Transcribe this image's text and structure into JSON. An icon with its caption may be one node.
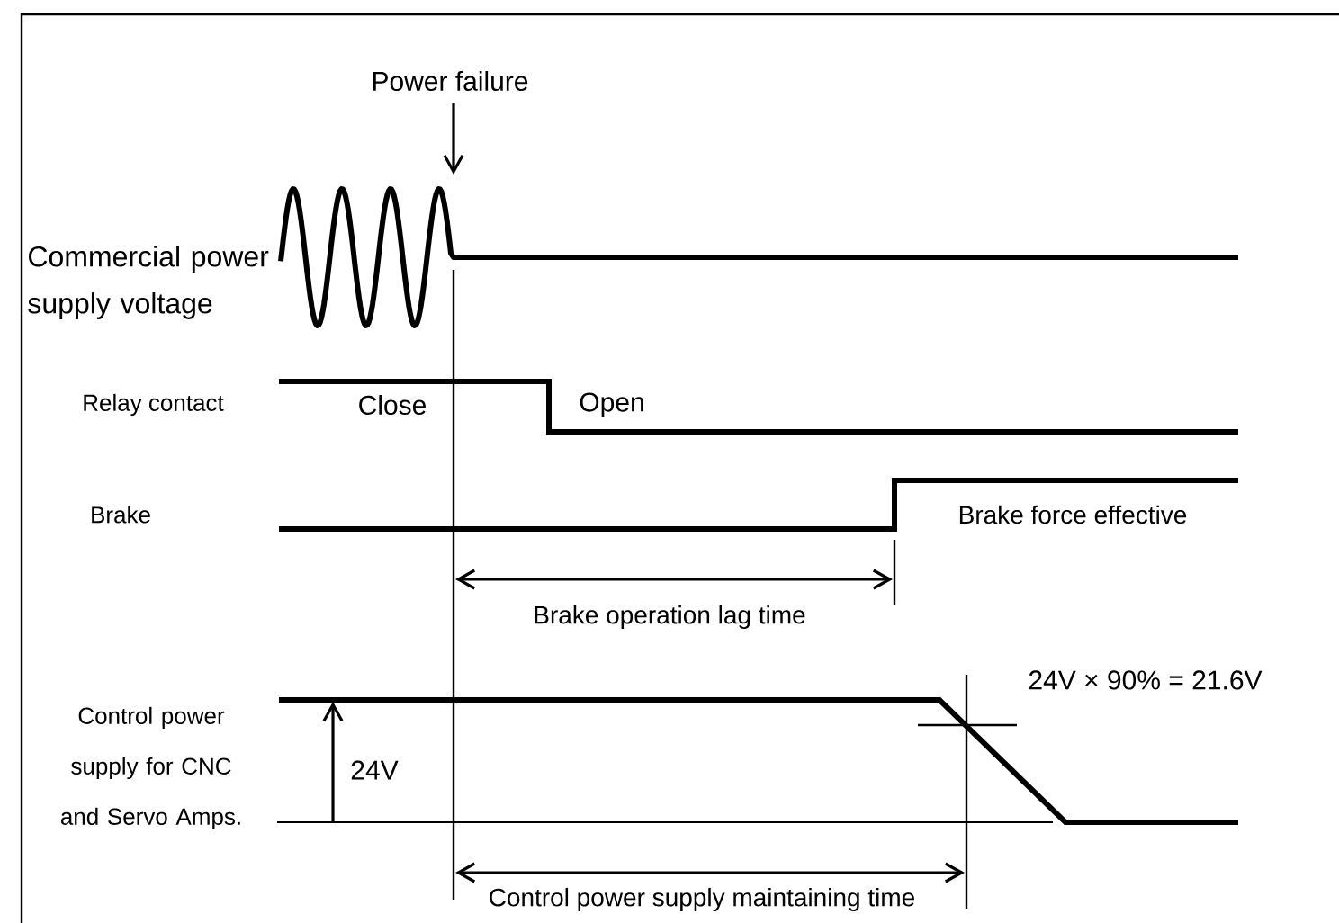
{
  "diagram": {
    "labels": [
      "Power failure",
      "Commercial power supply voltage",
      "Relay contact",
      "Close",
      "Open",
      "Brake",
      "Brake force effective",
      "Brake operation lag time",
      "Control power supply for CNC and Servo Amps.",
      "24V",
      "24V × 90% = 21.6V",
      "Control power supply maintaining time"
    ]
  }
}
